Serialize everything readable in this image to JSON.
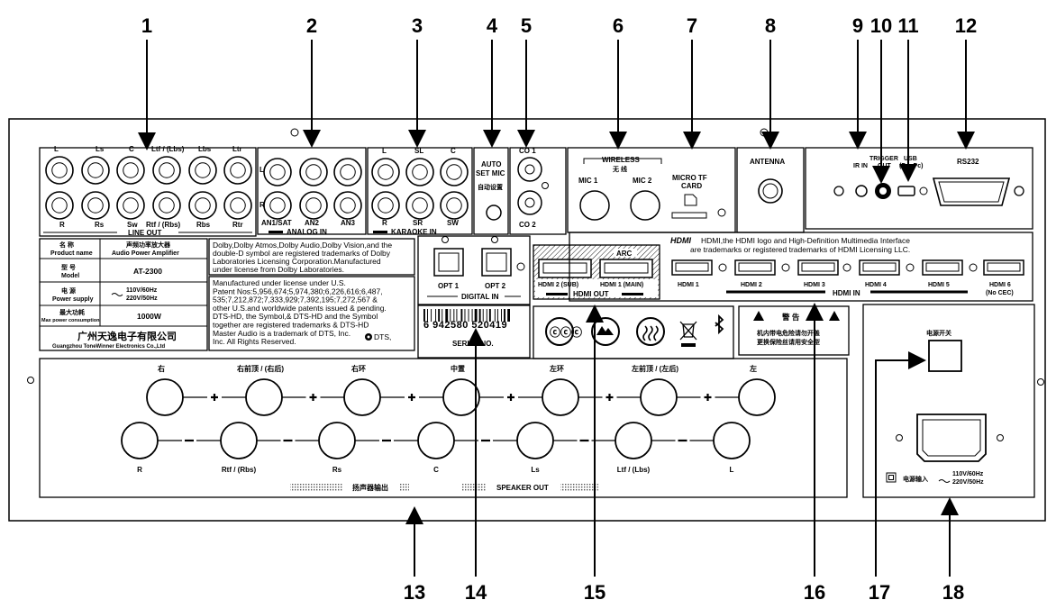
{
  "callouts": [
    "1",
    "2",
    "3",
    "4",
    "5",
    "6",
    "7",
    "8",
    "9",
    "10",
    "11",
    "12",
    "13",
    "14",
    "15",
    "16",
    "17",
    "18"
  ],
  "line_out": {
    "top_labels": [
      "L",
      "Ls",
      "C",
      "Ltf / (Lbs)",
      "Lbs",
      "Ltr"
    ],
    "bottom_labels": [
      "R",
      "Rs",
      "Sw",
      "Rtf / (Rbs)",
      "Rbs",
      "Rtr"
    ],
    "title": "LINE OUT"
  },
  "analog_in": {
    "side_l": "L",
    "side_r": "R",
    "labels": [
      "AN1/SAT",
      "AN2",
      "AN3"
    ],
    "title": "ANALOG IN"
  },
  "karaoke_in": {
    "top_labels": [
      "L",
      "SL",
      "C"
    ],
    "bottom_labels": [
      "R",
      "SR",
      "SW"
    ],
    "title": "KARAOKE IN"
  },
  "auto_set_mic": {
    "line1": "AUTO",
    "line2": "SET MIC",
    "line3": "自动设置"
  },
  "coax": {
    "top": "CO 1",
    "bottom": "CO 2"
  },
  "wireless": {
    "title": "WIRELESS",
    "cn": "无 线",
    "mic1": "MIC 1",
    "mic2": "MIC 2"
  },
  "micro_tf": {
    "line1": "MICRO TF",
    "line2": "CARD"
  },
  "antenna": {
    "label": "ANTENNA"
  },
  "control": {
    "ir_in": "IR IN",
    "trigger_line1": "TRIGGER",
    "trigger_line2": "OUT",
    "usb_line1": "USB",
    "usb_line2": "(For Pc)",
    "rs232": "RS232"
  },
  "product_table": {
    "rows": [
      {
        "label_cn": "名 称",
        "label_en": "Product name",
        "value_cn": "声频功率放大器",
        "value_en": "Audio Power Amplifier"
      },
      {
        "label_cn": "型 号",
        "label_en": "Model",
        "value": "AT-2300"
      },
      {
        "label_cn": "电 源",
        "label_en": "Power supply",
        "value_line1": "110V/60Hz",
        "value_line2": "220V/50Hz"
      },
      {
        "label_cn": "最大功耗",
        "label_en": "Max power consumption",
        "value": "1000W"
      }
    ],
    "company_cn": "广州天逸电子有限公司",
    "company_en": "Guangzhou ToneWinner Electronics Co.,Ltd"
  },
  "dolby_notice": [
    "Dolby,Dolby Atmos,Dolby Audio,Dolby Vision,and the",
    "double-D symbol are registered trademarks of Dolby",
    "Laboratories Licensing Corporation.Manufactured",
    "under license from Dolby Laboratories."
  ],
  "dts_notice": [
    "Manufactured under license under U.S.",
    "Patent Nos:5,956,674;5,974,380;6,226,616;6,487,",
    "535;7,212,872;7,333,929;7,392,195;7,272,567 &",
    "other U.S.and worldwide patents issued & pending.",
    "DTS-HD, the Symbol,& DTS-HD and the Symbol",
    "together  are  registered trademarks & DTS-HD",
    "Master Audio is a trademark of DTS, Inc.",
    "Inc. All Rights Reserved."
  ],
  "dts_symbol_suffix": "DTS,",
  "digital_in": {
    "opt1": "OPT 1",
    "opt2": "OPT 2",
    "title": "DIGITAL IN"
  },
  "barcode": {
    "number": "6 942580 520419",
    "serial": "SERIAL NO."
  },
  "hdmi_out": {
    "arc": "ARC",
    "sub": "HDMI 2 (SUB)",
    "main": "HDMI 1 (MAIN)",
    "title": "HDMI OUT"
  },
  "hdmi_notice": {
    "logo": "HDMI",
    "line1": "HDMI,the HDMI logo and High-Definition Multimedia Interface",
    "line2": "are trademarks or registered trademarks of HDMI Licensing LLC."
  },
  "hdmi_in": {
    "ports": [
      "HDMI 1",
      "HDMI 2",
      "HDMI 3",
      "HDMI 4",
      "HDMI 5",
      "HDMI 6"
    ],
    "no_cec": "(No CEC)",
    "title": "HDMI IN"
  },
  "warning": {
    "title": "警 告",
    "line1": "机内带电危险请勿开盖",
    "line2": "更换保险丝请用安全型"
  },
  "speaker_out": {
    "top_labels": [
      "右",
      "右前顶 / (右后)",
      "右环",
      "中置",
      "左环",
      "左前顶 / (左后)",
      "左"
    ],
    "bottom_labels": [
      "R",
      "Rtf / (Rbs)",
      "Rs",
      "C",
      "Ls",
      "Ltf / (Lbs)",
      "L"
    ],
    "title_cn": "扬声器输出",
    "title_en": "SPEAKER OUT"
  },
  "power": {
    "switch": "电源开关",
    "input": "电源输入",
    "v1": "110V/60Hz",
    "v2": "220V/50Hz"
  }
}
